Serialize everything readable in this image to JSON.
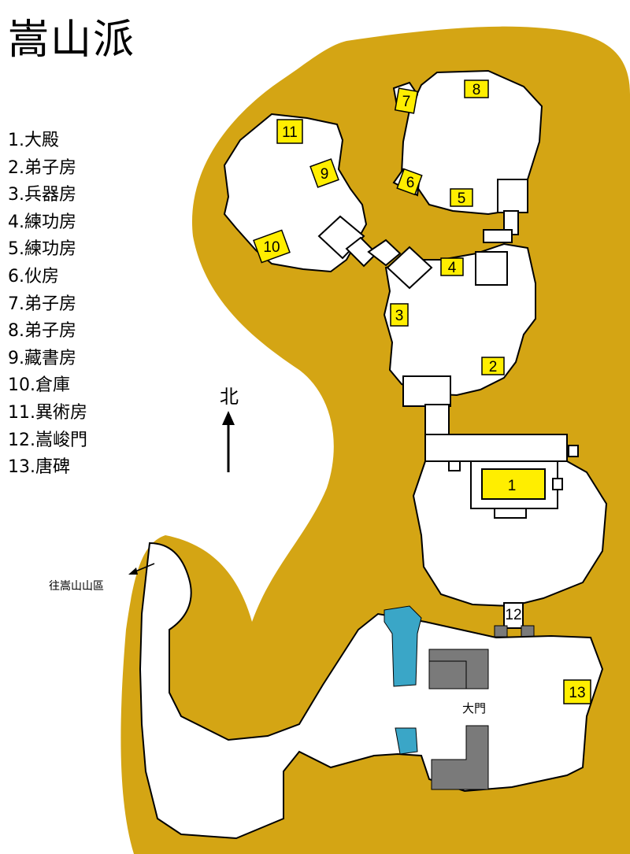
{
  "title": "嵩山派",
  "legend": [
    "1.大殿",
    "2.弟子房",
    "3.兵器房",
    "4.練功房",
    "5.練功房",
    "6.伙房",
    "7.弟子房",
    "8.弟子房",
    "9.藏書房",
    "10.倉庫",
    "11.異術房",
    "12.嵩峻門",
    "13.唐碑"
  ],
  "north_label": "北",
  "exit_label": "往嵩山山區",
  "gate_label": "大門",
  "markers": [
    "1",
    "2",
    "3",
    "4",
    "5",
    "6",
    "7",
    "8",
    "9",
    "10",
    "11",
    "12",
    "13"
  ],
  "colors": {
    "terrain": "#d4a514",
    "marker": "#ffee00",
    "water": "#3aa6c7",
    "wall": "#7a7a7a",
    "floor": "#ffffff"
  }
}
